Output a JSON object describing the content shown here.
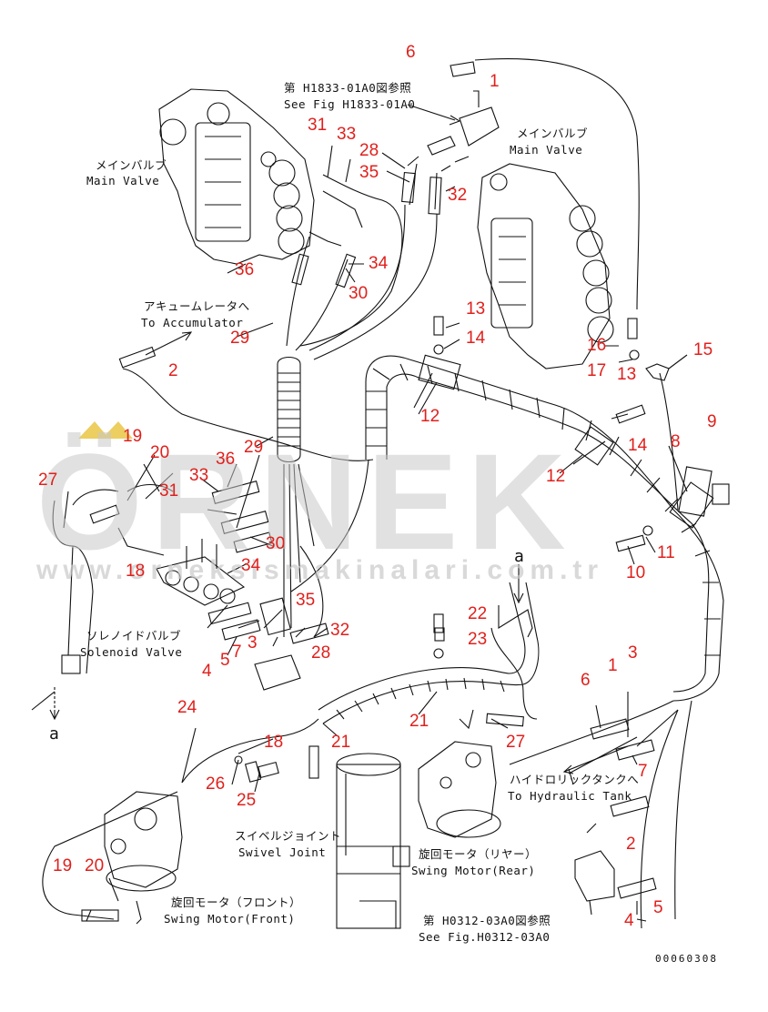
{
  "watermark": {
    "brand": "ÖRNEK",
    "url": "www.orneksismakinalari.com.tr",
    "accent": "#e8c23a",
    "gray": "#d0d0d0"
  },
  "colors": {
    "callout": "#e0201c",
    "line": "#111111"
  },
  "labels": {
    "main_valve_left_jp": "メインバルブ",
    "main_valve_left_en": "Main Valve",
    "main_valve_right_jp": "メインバルブ",
    "main_valve_right_en": "Main Valve",
    "ref_top_jp": "第 H1833-01A0図参照",
    "ref_top_en": "See Fig H1833-01A0",
    "accumulator_jp": "アキュームレータへ",
    "accumulator_en": "To Accumulator",
    "solenoid_jp": "ソレノイドバルブ",
    "solenoid_en": "Solenoid Valve",
    "hyd_tank_jp": "ハイドロリックタンクへ",
    "hyd_tank_en": "To Hydraulic Tank",
    "swivel_jp": "スイベルジョイント",
    "swivel_en": "Swivel Joint",
    "swing_rear_jp": "旋回モータ（リヤー）",
    "swing_rear_en": "Swing Motor(Rear)",
    "swing_front_jp": "旋回モータ（フロント）",
    "swing_front_en": "Swing Motor(Front)",
    "ref_bottom_jp": "第 H0312-03A0図参照",
    "ref_bottom_en": "See Fig.H0312-03A0",
    "arrow_a_left": "a",
    "arrow_a_right": "a",
    "drawing_code": "00060308"
  },
  "callouts": [
    {
      "id": "c6a",
      "text": "6"
    },
    {
      "id": "c1a",
      "text": "1"
    },
    {
      "id": "c31a",
      "text": "31"
    },
    {
      "id": "c33a",
      "text": "33"
    },
    {
      "id": "c28a",
      "text": "28"
    },
    {
      "id": "c35a",
      "text": "35"
    },
    {
      "id": "c32a",
      "text": "32"
    },
    {
      "id": "c36a",
      "text": "36"
    },
    {
      "id": "c34a",
      "text": "34"
    },
    {
      "id": "c30a",
      "text": "30"
    },
    {
      "id": "c29a",
      "text": "29"
    },
    {
      "id": "c13a",
      "text": "13"
    },
    {
      "id": "c14a",
      "text": "14"
    },
    {
      "id": "c16",
      "text": "16"
    },
    {
      "id": "c17",
      "text": "17"
    },
    {
      "id": "c13b",
      "text": "13"
    },
    {
      "id": "c15",
      "text": "15"
    },
    {
      "id": "c2a",
      "text": "2"
    },
    {
      "id": "c12a",
      "text": "12"
    },
    {
      "id": "c14b",
      "text": "14"
    },
    {
      "id": "c9",
      "text": "9"
    },
    {
      "id": "c8",
      "text": "8"
    },
    {
      "id": "c19a",
      "text": "19"
    },
    {
      "id": "c20a",
      "text": "20"
    },
    {
      "id": "c27a",
      "text": "27"
    },
    {
      "id": "c31b",
      "text": "31"
    },
    {
      "id": "c33b",
      "text": "33"
    },
    {
      "id": "c36b",
      "text": "36"
    },
    {
      "id": "c29b",
      "text": "29"
    },
    {
      "id": "c12b",
      "text": "12"
    },
    {
      "id": "c18a",
      "text": "18"
    },
    {
      "id": "c30b",
      "text": "30"
    },
    {
      "id": "c34b",
      "text": "34"
    },
    {
      "id": "c11",
      "text": "11"
    },
    {
      "id": "c10",
      "text": "10"
    },
    {
      "id": "c35b",
      "text": "35"
    },
    {
      "id": "c32b",
      "text": "32"
    },
    {
      "id": "c3a",
      "text": "3"
    },
    {
      "id": "c7a",
      "text": "7"
    },
    {
      "id": "c5a",
      "text": "5"
    },
    {
      "id": "c4a",
      "text": "4"
    },
    {
      "id": "c28b",
      "text": "28"
    },
    {
      "id": "c22",
      "text": "22"
    },
    {
      "id": "c23",
      "text": "23"
    },
    {
      "id": "c1b",
      "text": "1"
    },
    {
      "id": "c3b",
      "text": "3"
    },
    {
      "id": "c6b",
      "text": "6"
    },
    {
      "id": "c24",
      "text": "24"
    },
    {
      "id": "c21a",
      "text": "21"
    },
    {
      "id": "c21b",
      "text": "21"
    },
    {
      "id": "c27b",
      "text": "27"
    },
    {
      "id": "c18b",
      "text": "18"
    },
    {
      "id": "c7b",
      "text": "7"
    },
    {
      "id": "c26",
      "text": "26"
    },
    {
      "id": "c25",
      "text": "25"
    },
    {
      "id": "c2b",
      "text": "2"
    },
    {
      "id": "c19b",
      "text": "19"
    },
    {
      "id": "c20b",
      "text": "20"
    },
    {
      "id": "c5b",
      "text": "5"
    },
    {
      "id": "c4b",
      "text": "4"
    }
  ]
}
